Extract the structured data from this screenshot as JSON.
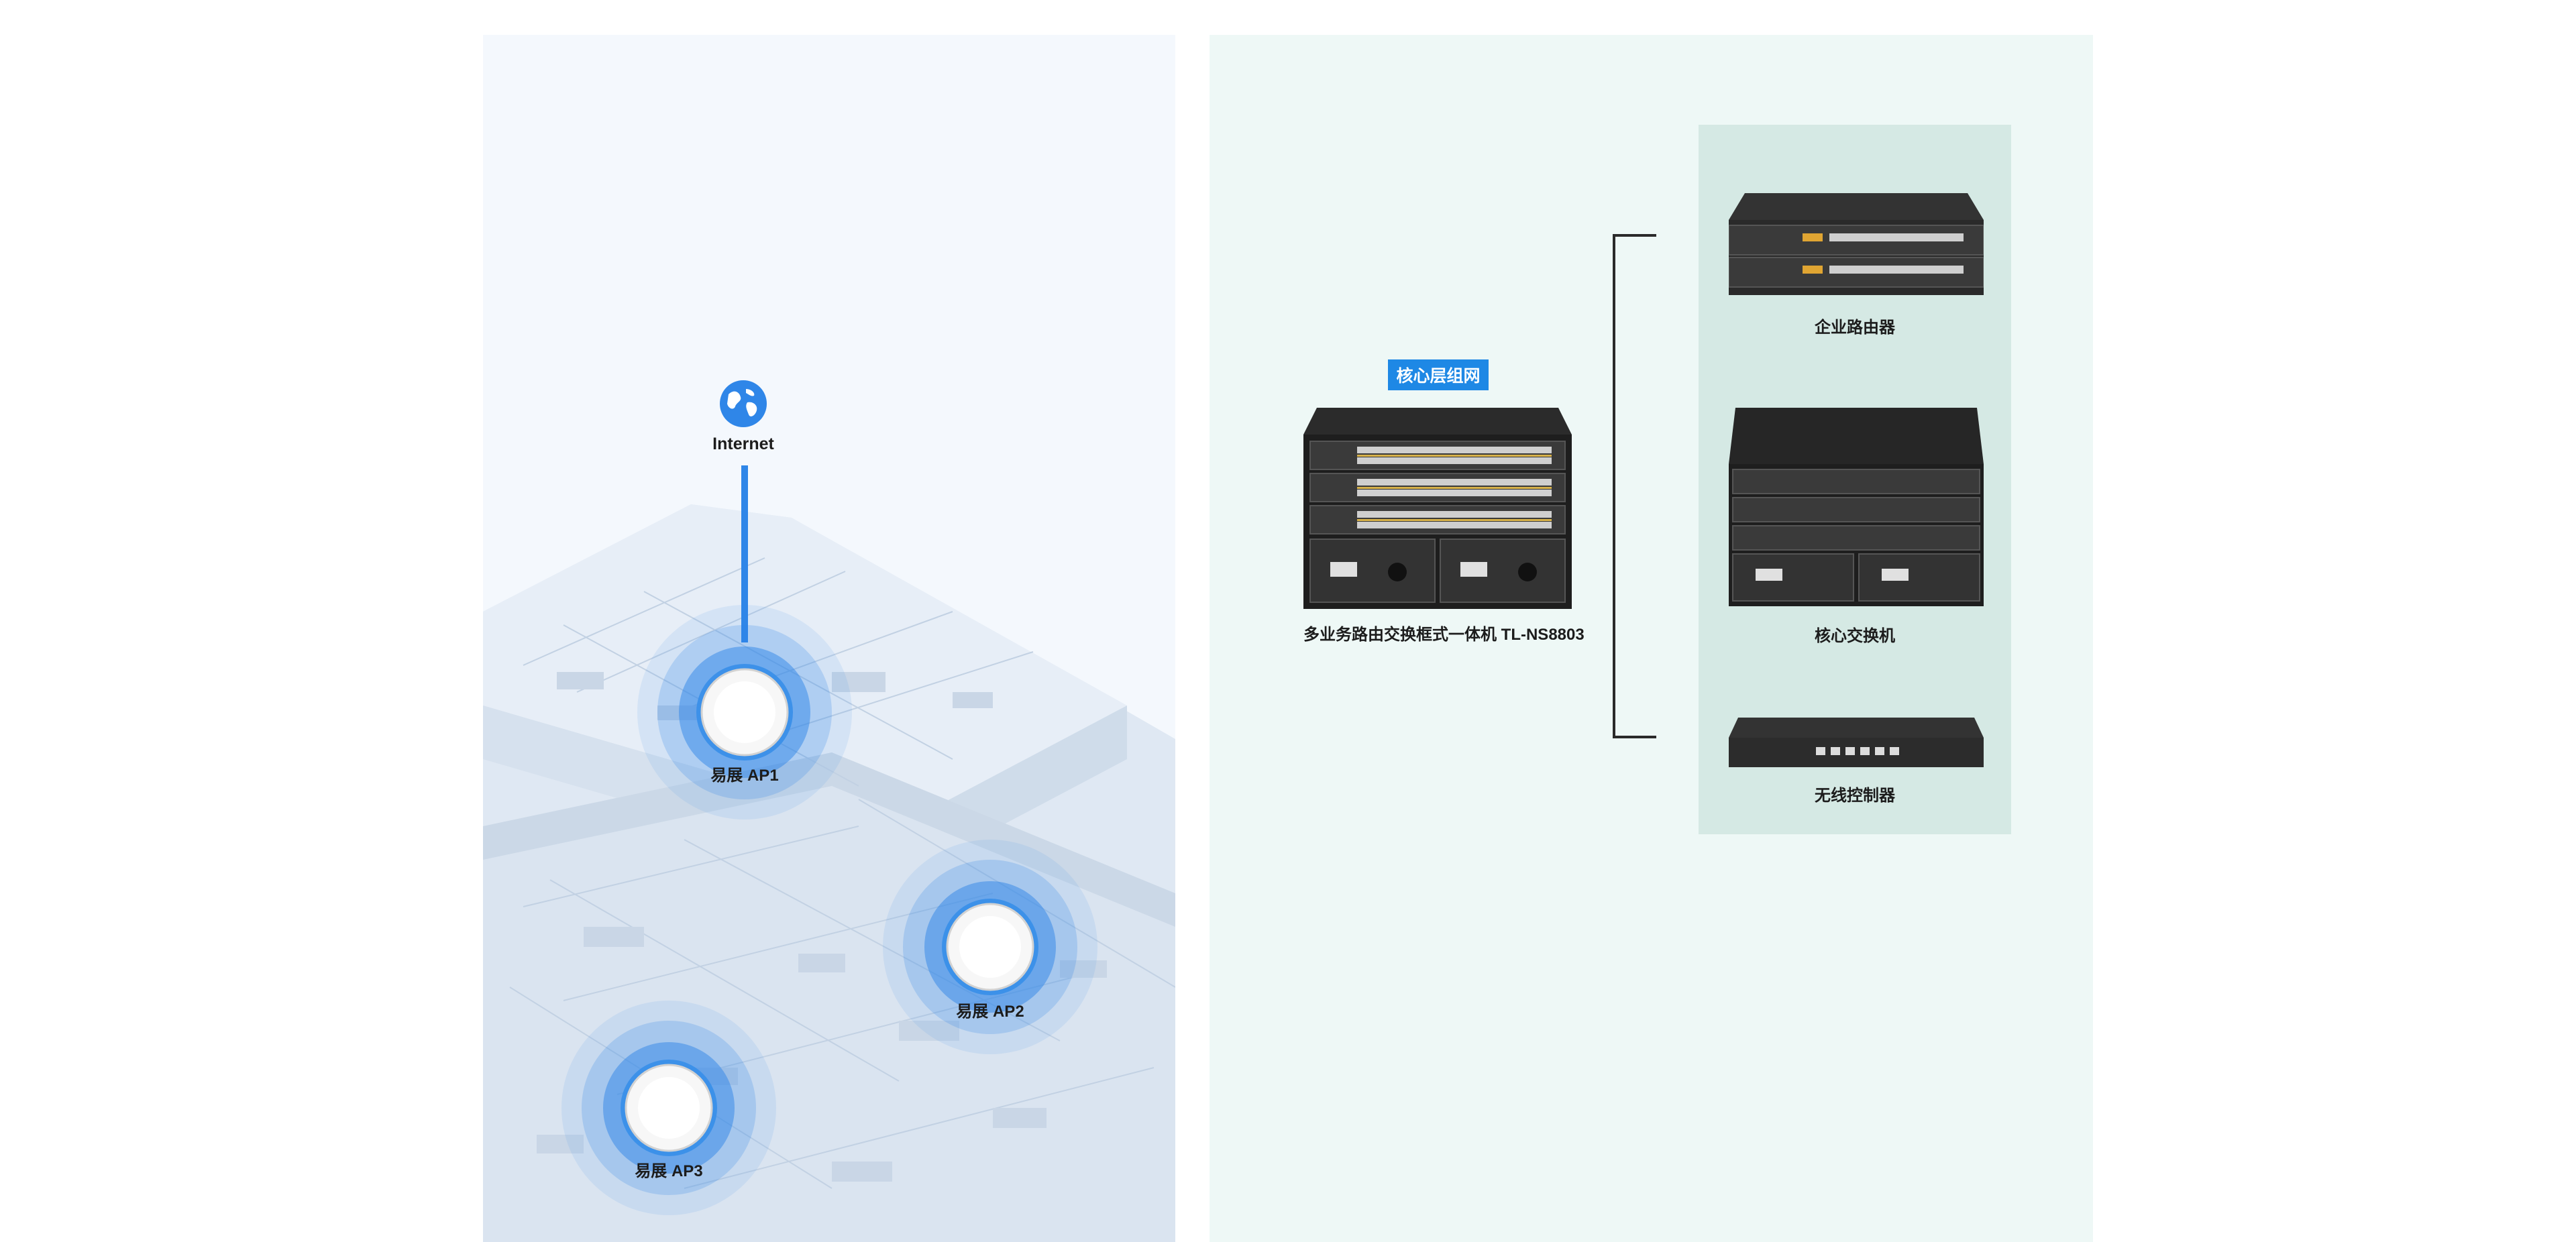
{
  "topology": {
    "internet_label": "Internet",
    "aps": [
      {
        "label": "易展 AP1"
      },
      {
        "label": "易展 AP2"
      },
      {
        "label": "易展 AP3"
      }
    ],
    "icons": {
      "internet": "globe-icon",
      "ap": "ceiling-ap-icon"
    }
  },
  "core": {
    "badge": "核心层组网",
    "chassis_label": "多业务路由交换框式一体机 TL-NS8803",
    "devices": [
      {
        "label": "企业路由器",
        "icon": "router-icon"
      },
      {
        "label": "核心交换机",
        "icon": "core-switch-icon"
      },
      {
        "label": "无线控制器",
        "icon": "wireless-controller-icon"
      }
    ]
  },
  "colors": {
    "accent": "#1e88e5",
    "link": "#2f86e8",
    "left_panel_bg": "#f4f8fd",
    "right_panel_bg": "#eef8f6",
    "devices_box_bg": "#d5e9e4"
  }
}
